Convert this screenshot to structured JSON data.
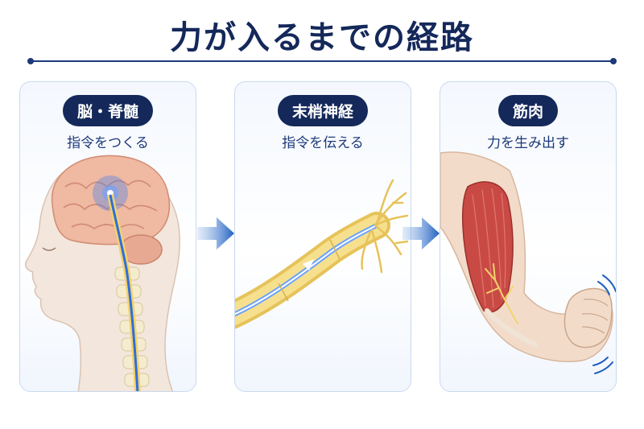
{
  "title": "力が入るまでの経路",
  "colors": {
    "navy": "#14285a",
    "accent_blue": "#1f5fc0",
    "nerve_yellow": "#f2d36b",
    "muscle_red": "#c94a45"
  },
  "steps": [
    {
      "label": "脳・脊髄",
      "description": "指令をつくる",
      "icon": "brain-spinal-cord-illustration"
    },
    {
      "label": "末梢神経",
      "description": "指令を伝える",
      "icon": "peripheral-nerve-illustration"
    },
    {
      "label": "筋肉",
      "description": "力を生み出す",
      "icon": "arm-muscle-illustration"
    }
  ],
  "connector_icon": "right-arrow-icon"
}
